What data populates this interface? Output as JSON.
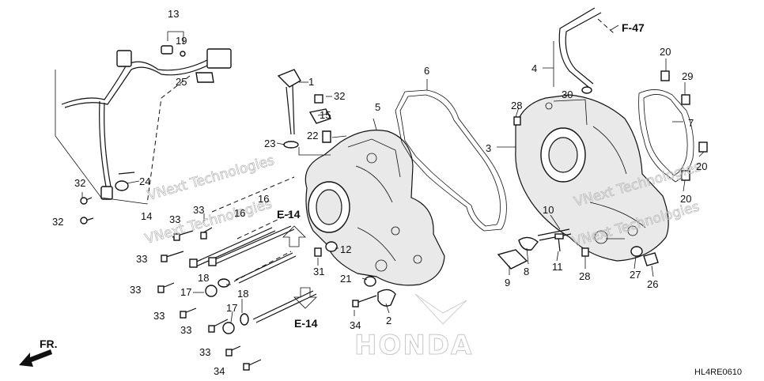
{
  "diagram": {
    "code": "HL4RE0610",
    "front_label": "FR.",
    "brand_watermark": "HONDA",
    "watermarks": [
      "VNext Technologies",
      "VNext Technologies",
      "VNext Technologies",
      "VNext Technologies"
    ],
    "refs": [
      "F-47",
      "E-14",
      "E-14"
    ],
    "callouts": [
      "13",
      "19",
      "25",
      "32",
      "24",
      "14",
      "32",
      "33",
      "33",
      "33",
      "33",
      "33",
      "33",
      "33",
      "34",
      "16",
      "16",
      "18",
      "17",
      "17",
      "18",
      "1",
      "32",
      "15",
      "23",
      "22",
      "5",
      "6",
      "12",
      "31",
      "21",
      "2",
      "34",
      "4",
      "30",
      "28",
      "3",
      "20",
      "29",
      "7",
      "20",
      "20",
      "10",
      "8",
      "9",
      "11",
      "28",
      "27",
      "26"
    ]
  }
}
